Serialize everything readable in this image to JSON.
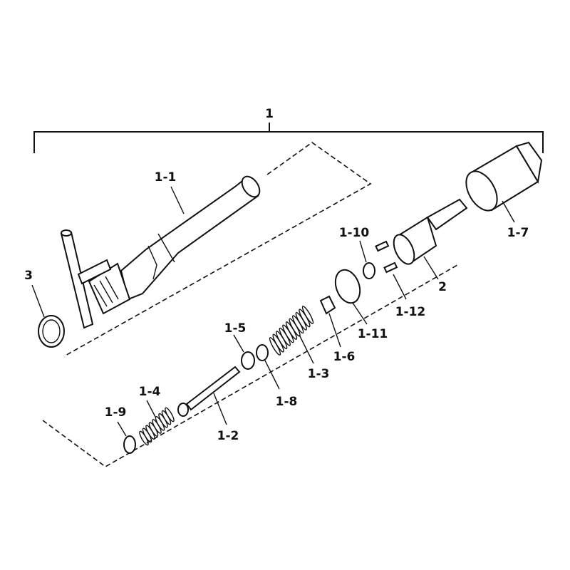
{
  "title": "Fuel injection nozzle assembly parts diagram",
  "callouts": {
    "assembly": "1",
    "nozzle_holder": "1-1",
    "push_rod": "1-2",
    "spring_main": "1-3",
    "spring_small": "1-4",
    "washer_1_5": "1-5",
    "spring_seat": "1-6",
    "retaining_nut": "1-7",
    "washer_1_8": "1-8",
    "washer_1_9": "1-9",
    "washer_1_10": "1-10",
    "spacer": "1-11",
    "pin": "1-12",
    "nozzle": "2",
    "gasket": "3"
  }
}
